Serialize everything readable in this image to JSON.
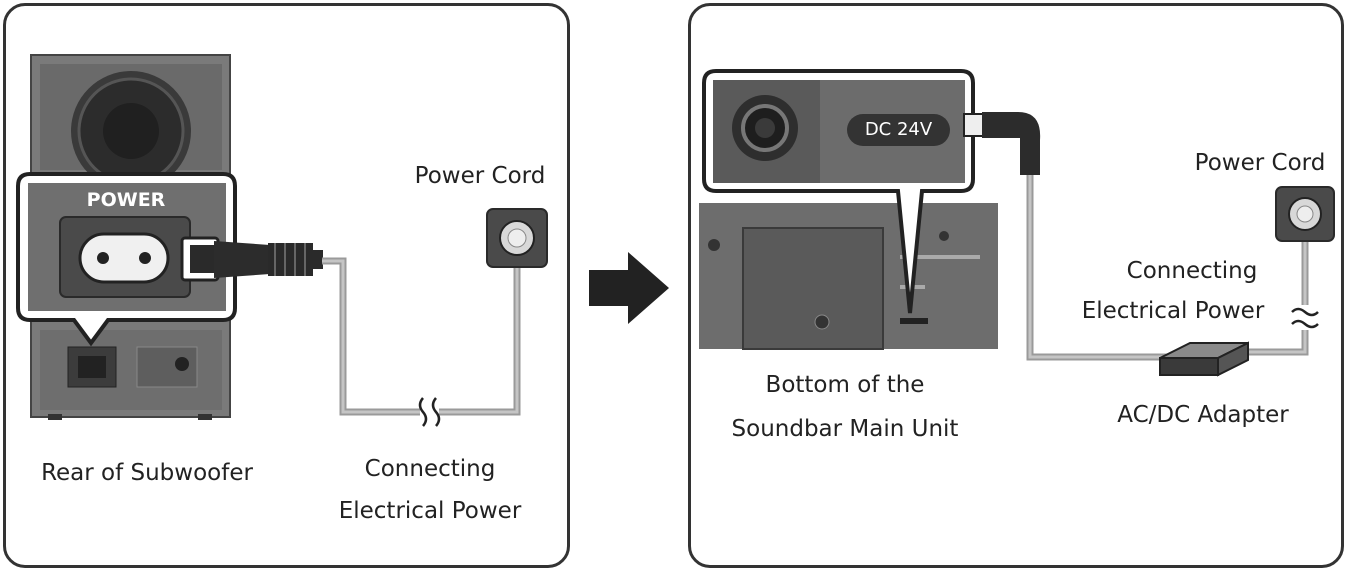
{
  "left_panel": {
    "power_label": "POWER",
    "power_cord_label": "Power Cord",
    "rear_label": "Rear of Subwoofer",
    "connecting_line1": "Connecting",
    "connecting_line2": "Electrical Power"
  },
  "right_panel": {
    "dc_label": "DC 24V",
    "power_cord_label": "Power Cord",
    "connecting_line1": "Connecting",
    "connecting_line2": "Electrical Power",
    "bottom_line1": "Bottom of the",
    "bottom_line2": "Soundbar Main Unit",
    "adapter_label": "AC/DC Adapter"
  },
  "icons": [
    "subwoofer-speaker",
    "power-socket",
    "power-plug",
    "wall-outlet",
    "arrow-right",
    "dc-plug",
    "ac-dc-adapter"
  ],
  "colors": {
    "outline": "#333333",
    "device_body": "#6f6f6f",
    "device_dark": "#4a4a4a",
    "cable": "#b5b5b5",
    "highlight_box": "#2a2a2a"
  }
}
